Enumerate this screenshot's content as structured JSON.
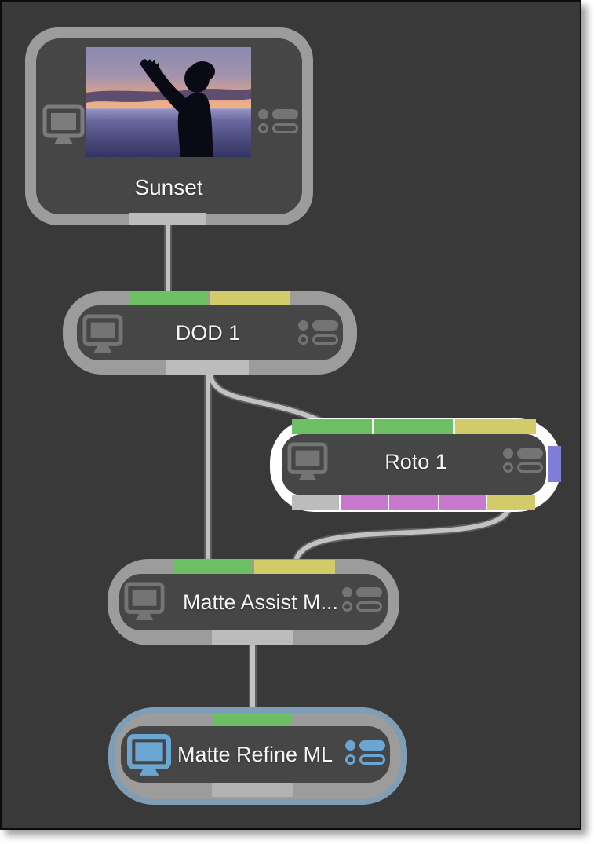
{
  "app_context": "node-graph-tree",
  "colors": {
    "background": "#393939",
    "node_ring": "#9c9c9c",
    "node_body": "#464646",
    "focus_ring_white": "#ffffff",
    "selected_ring_blue": "#7e9db6",
    "viewed_icon_blue": "#6ba6d2",
    "port_green": "#6cbf63",
    "port_yellow": "#d3ca6a",
    "port_purple": "#c878ce",
    "port_violet": "#7e7ed6",
    "port_output_gray": "#bcbcbc",
    "wire": "#c2c2c2",
    "label_text": "#f5f5f5"
  },
  "nodes": [
    {
      "label": "Sunset",
      "kind": "source-clip",
      "thumbnail": "sunset-sea-person-silhouette",
      "inputs": [],
      "outputs": [
        "gray"
      ],
      "highlight": "none"
    },
    {
      "label": "DOD 1",
      "kind": "node",
      "inputs": [
        "green",
        "yellow"
      ],
      "outputs": [
        "gray"
      ],
      "highlight": "none"
    },
    {
      "label": "Roto 1",
      "kind": "node",
      "inputs": [
        "green",
        "green",
        "yellow"
      ],
      "side_ports": [
        "violet"
      ],
      "bottom_ports": [
        "gray",
        "purple",
        "purple",
        "purple",
        "yellow"
      ],
      "highlight": "white"
    },
    {
      "label": "Matte Assist M...",
      "kind": "node",
      "inputs": [
        "green",
        "yellow"
      ],
      "outputs": [
        "gray"
      ],
      "highlight": "none"
    },
    {
      "label": "Matte Refine ML",
      "kind": "node",
      "inputs": [
        "green"
      ],
      "outputs": [
        "gray"
      ],
      "highlight": "blue-selected",
      "viewed": true
    }
  ],
  "connections": [
    {
      "from": "Sunset",
      "to": "DOD 1"
    },
    {
      "from": "DOD 1",
      "to": "Roto 1"
    },
    {
      "from": "DOD 1",
      "to": "Matte Assist M..."
    },
    {
      "from": "Roto 1",
      "to": "Matte Assist M..."
    },
    {
      "from": "Matte Assist M...",
      "to": "Matte Refine ML"
    }
  ]
}
